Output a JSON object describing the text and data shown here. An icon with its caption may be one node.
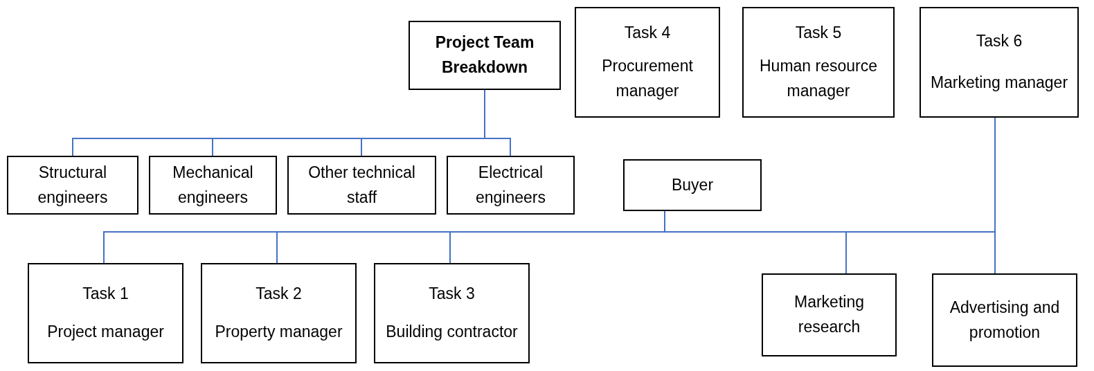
{
  "diagram": {
    "nodes": [
      {
        "text": [
          "Project Team Breakdown"
        ]
      },
      {
        "text": [
          "Task 4",
          "Procurement manager"
        ]
      },
      {
        "text": [
          "Task 5",
          "Human resource manager"
        ]
      },
      {
        "text": [
          "Task 6",
          "Marketing manager"
        ]
      },
      {
        "text": [
          "Structural engineers"
        ]
      },
      {
        "text": [
          "Mechanical engineers"
        ]
      },
      {
        "text": [
          "Other technical staff"
        ]
      },
      {
        "text": [
          "Electrical engineers"
        ]
      },
      {
        "text": [
          "Buyer"
        ]
      },
      {
        "text": [
          "Task 1",
          "Project manager"
        ]
      },
      {
        "text": [
          "Task 2",
          "Property manager"
        ]
      },
      {
        "text": [
          "Task 3",
          "Building contractor"
        ]
      },
      {
        "text": [
          "Marketing research"
        ]
      },
      {
        "text": [
          "Advertising and promotion"
        ]
      }
    ],
    "edges": [
      {
        "from": 0,
        "to": 4,
        "arrow": "none"
      },
      {
        "from": 0,
        "to": 5,
        "arrow": "none"
      },
      {
        "from": 0,
        "to": 6,
        "arrow": "none"
      },
      {
        "from": 0,
        "to": 7,
        "arrow": "none"
      },
      {
        "from": 3,
        "to": 9,
        "arrow": "none"
      },
      {
        "from": 3,
        "to": 10,
        "arrow": "none"
      },
      {
        "from": 3,
        "to": 11,
        "arrow": "none"
      },
      {
        "from": 3,
        "to": 8,
        "arrow": "none"
      },
      {
        "from": 3,
        "to": 12,
        "arrow": "none"
      },
      {
        "from": 3,
        "to": 13,
        "arrow": "none"
      }
    ]
  }
}
